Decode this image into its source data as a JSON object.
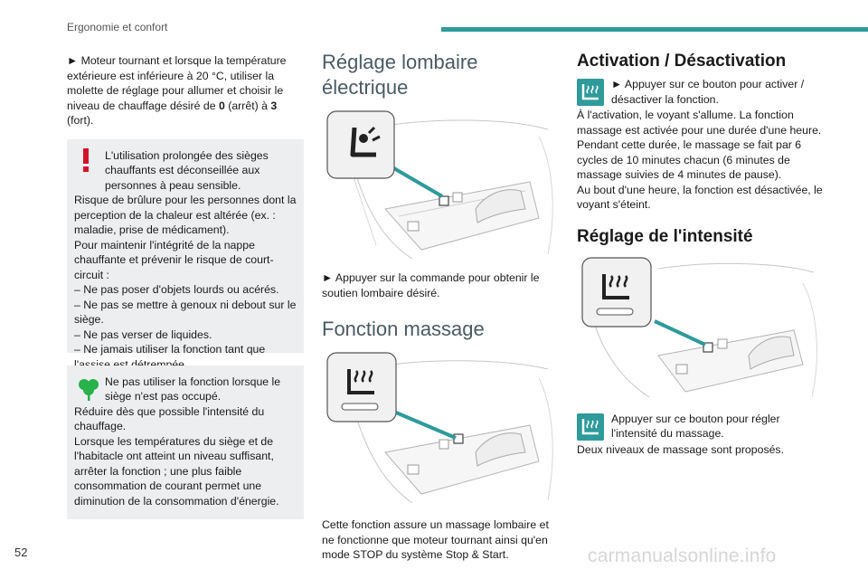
{
  "header": {
    "title": "Ergonomie et confort",
    "accent": "#2e9a9a"
  },
  "page_number": "52",
  "watermark": "carmanualsonline.info",
  "col1": {
    "intro_a": "► Moteur tournant et lorsque la température extérieure est inférieure à 20 °C, utiliser la molette de réglage pour allumer et choisir le niveau de chauffage désiré de ",
    "intro_b": "0",
    "intro_c": " (arrêt) à ",
    "intro_d": "3",
    "intro_e": " (fort).",
    "warning": {
      "icon": "exclamation-icon",
      "lines": [
        "L'utilisation prolongée des sièges chauffants est déconseillée aux personnes à peau sensible.",
        "Risque de brûlure pour les personnes dont la perception de la chaleur est altérée (ex. : maladie, prise de médicament).",
        "Pour maintenir l'intégrité de la nappe chauffante et prévenir le risque de court-circuit :",
        "–  Ne pas poser d'objets lourds ou acérés.",
        "–  Ne pas se mettre à genoux ni debout sur le siège.",
        "–  Ne pas verser de liquides.",
        "–  Ne jamais utiliser la fonction tant que l'assise est détrempée."
      ]
    },
    "eco": {
      "icon": "leaf-clover-icon",
      "lines": [
        "Ne pas utiliser la fonction lorsque le siège n'est pas occupé.",
        "Réduire dès que possible l'intensité du chauffage.",
        "Lorsque les températures du siège et de l'habitacle ont atteint un niveau suffisant, arrêter la fonction ; une plus faible consommation de courant permet une diminution de la consommation d'énergie."
      ]
    }
  },
  "col2": {
    "lumbar_title": "Réglage lombaire électrique",
    "lumbar_text": "► Appuyer sur la commande pour obtenir le soutien lombaire désiré.",
    "massage_title": "Fonction massage",
    "massage_text": "Cette fonction assure un massage lombaire et ne fonctionne que moteur tournant ainsi qu'en mode STOP du système Stop & Start."
  },
  "col3": {
    "activation_title": "Activation / Désactivation",
    "activation_icon_text": "► Appuyer sur ce bouton pour activer / désactiver la fonction.",
    "activation_lines": [
      "À l'activation, le voyant s'allume. La fonction massage est activée pour une durée d'une heure.",
      "Pendant cette durée, le massage se fait par 6 cycles de 10 minutes chacun (6 minutes de massage suivies de 4 minutes de pause).",
      "Au bout d'une heure, la fonction est désactivée, le voyant s'éteint."
    ],
    "intensity_title": "Réglage de l'intensité",
    "intensity_icon_text": "Appuyer sur ce bouton pour régler l'intensité du massage.",
    "intensity_line": "Deux niveaux de massage sont proposés."
  }
}
